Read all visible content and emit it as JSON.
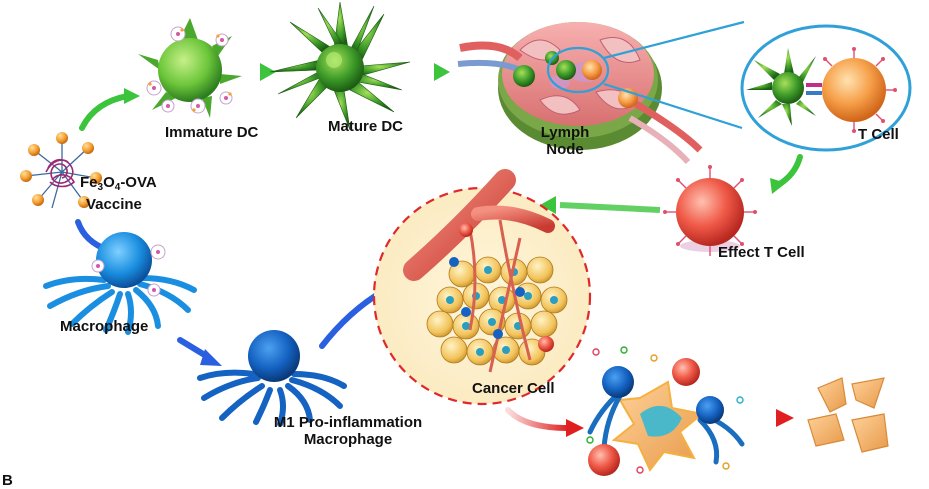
{
  "labels": {
    "vaccine_prefix": "Fe",
    "vaccine_sub1": "3",
    "vaccine_mid": "O",
    "vaccine_sub2": "4",
    "vaccine_suffix": "-OVA",
    "vaccine_line2": "Vaccine",
    "immature_dc": "Immature DC",
    "mature_dc": "Mature DC",
    "lymph_line1": "Lymph",
    "lymph_line2": "Node",
    "t_cell": "T Cell",
    "effect_t_cell": "Effect T Cell",
    "macrophage": "Macrophage",
    "m1_line1": "M1 Pro-inflammation",
    "m1_line2": "Macrophage",
    "cancer_cell": "Cancer Cell",
    "panel_letter": "B"
  },
  "colors": {
    "green_arrow": "#3cc43c",
    "blue_arrow": "#2a5fe0",
    "red_arrow": "#e02020",
    "dc_green": "#3a9a2a",
    "macrophage_blue": "#1a7fd0",
    "t_cell_orange": "#f29a3a",
    "effector_red": "#ec4a3a",
    "tumor_dashed_red": "#e02828",
    "zoom_outline_blue": "#2fa0d8"
  },
  "icons": [
    "vaccine-nanoparticle-icon",
    "immature-dc-icon",
    "mature-dc-icon",
    "lymph-node-icon",
    "t-cell-icon",
    "effector-t-cell-icon",
    "macrophage-icon",
    "m1-macrophage-icon",
    "tumor-microenvironment-icon",
    "tumor-killing-icon",
    "dead-cancer-cell-icon"
  ]
}
